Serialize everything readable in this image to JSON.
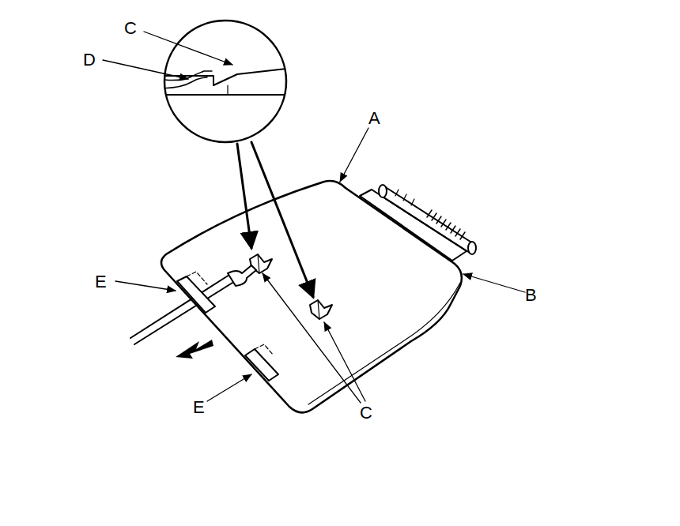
{
  "diagram": {
    "labels": [
      "C",
      "D",
      "A",
      "E",
      "B",
      "E",
      "C"
    ]
  }
}
